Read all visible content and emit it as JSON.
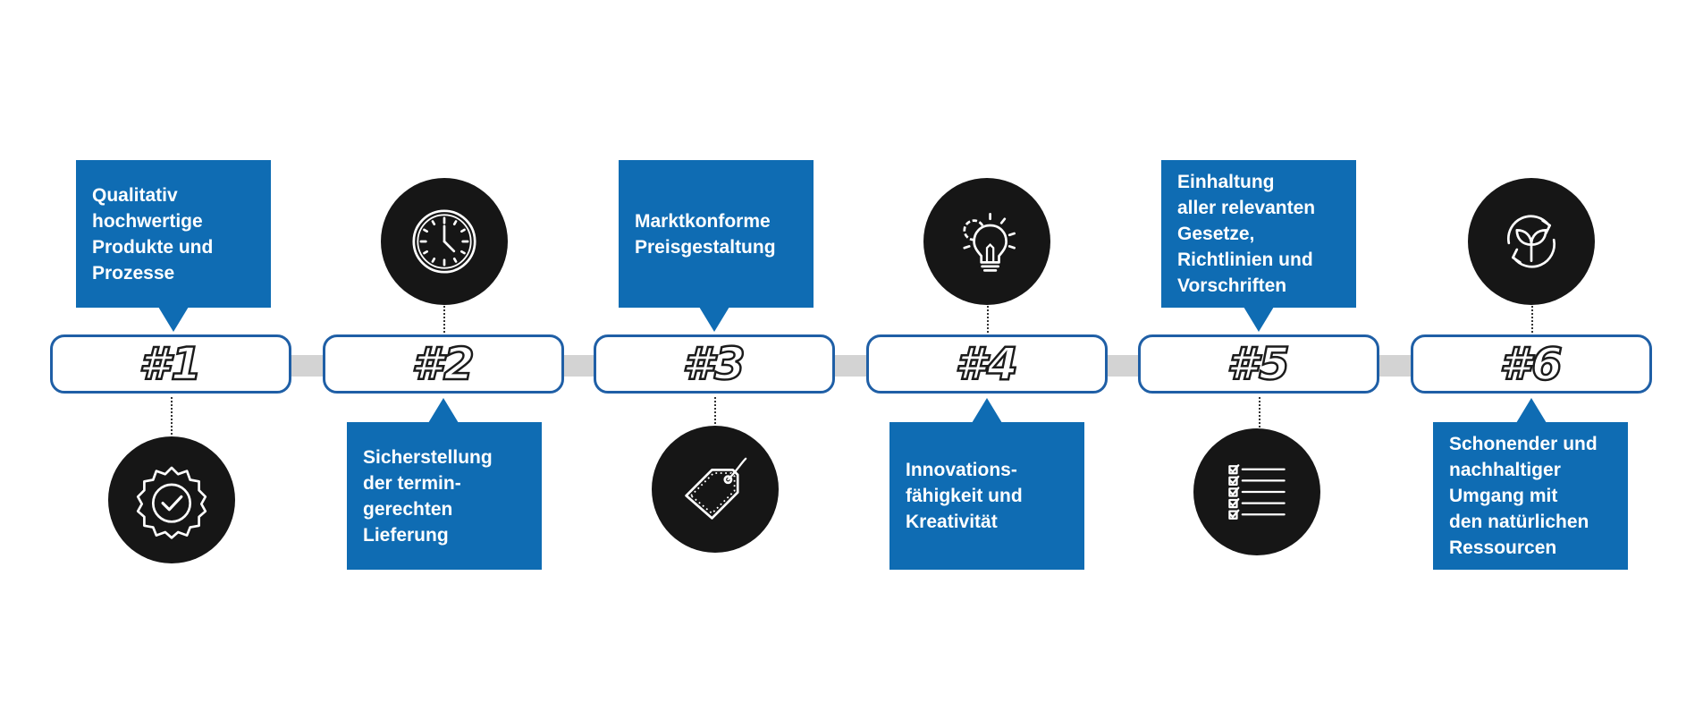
{
  "steps": [
    {
      "number": "#1",
      "text": "Qualitativ\nhochwertige\nProdukte und\nProzesse",
      "icon": "seal-check-icon"
    },
    {
      "number": "#2",
      "text": "Sicherstellung\nder termin-\ngerechten\nLieferung",
      "icon": "clock-icon"
    },
    {
      "number": "#3",
      "text": "Marktkonforme\nPreisgestaltung",
      "icon": "price-tag-icon"
    },
    {
      "number": "#4",
      "text": "Innovations-\nfähigkeit und\nKreativität",
      "icon": "lightbulb-gear-icon"
    },
    {
      "number": "#5",
      "text": "Einhaltung\naller relevanten\nGesetze,\nRichtlinien und\nVorschriften",
      "icon": "checklist-icon"
    },
    {
      "number": "#6",
      "text": "Schonender und\nnachhaltiger\nUmgang mit\nden natürlichen\nRessourcen",
      "icon": "recycle-plant-icon"
    }
  ],
  "colors": {
    "box_blue": "#0f6cb3",
    "pill_border": "#1f5fa6",
    "circle_black": "#161616",
    "connector_gray": "#d3d3d3"
  }
}
